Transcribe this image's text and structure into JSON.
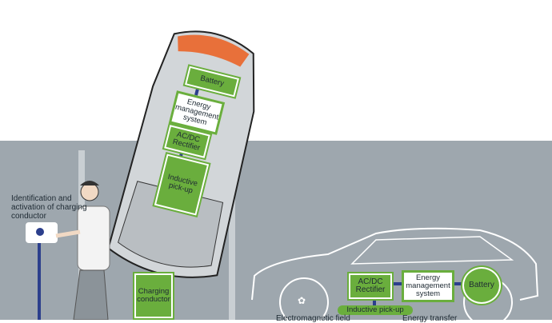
{
  "top_view": {
    "battery": "Battery",
    "energy_management": "Energy management system",
    "rectifier": "AC/DC Rectifier",
    "inductive_pickup": "Inductive pick-up",
    "charging_conductor": "Charging conductor"
  },
  "station": {
    "label": "Identification and activation of charging conductor"
  },
  "side_view": {
    "rectifier": "AC/DC Rectifier",
    "energy_management": "Energy management system",
    "battery": "Battery",
    "inductive_pickup": "Inductive pick-up",
    "em_field": "Electromagnetic field",
    "energy_transfer": "Energy transfer"
  },
  "colors": {
    "green": "#6aae3d",
    "ground": "#9ea7ae",
    "connector": "#2c3f8c"
  }
}
